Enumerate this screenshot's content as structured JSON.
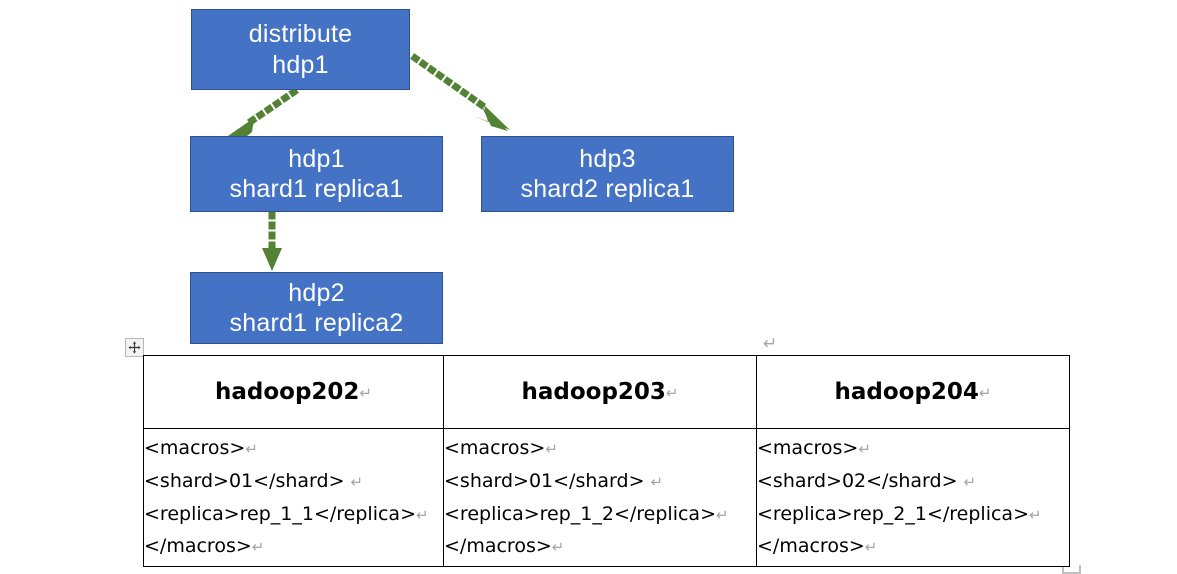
{
  "diagram": {
    "nodes": [
      {
        "id": "distribute",
        "line1": "distribute",
        "line2": "hdp1"
      },
      {
        "id": "hdp1",
        "line1": "hdp1",
        "line2": "shard1 replica1"
      },
      {
        "id": "hdp3",
        "line1": "hdp3",
        "line2": "shard2 replica1"
      },
      {
        "id": "hdp2",
        "line1": "hdp2",
        "line2": "shard1 replica2"
      }
    ],
    "node_fill": "#4472C4",
    "node_border": "#2F528F",
    "node_text_color": "#FFFFFF",
    "arrow_color": "#548235",
    "arrows": [
      {
        "from": "distribute",
        "to": "hdp1",
        "style": "dotted"
      },
      {
        "from": "distribute",
        "to": "hdp3",
        "style": "dotted"
      },
      {
        "from": "hdp1",
        "to": "hdp2",
        "style": "dotted"
      }
    ]
  },
  "marks": {
    "paragraph_mark": "↵",
    "table_move_handle_icon": "move-cross-icon"
  },
  "table": {
    "headers": [
      "hadoop202",
      "hadoop203",
      "hadoop204"
    ],
    "header_mark": "↵",
    "rows": [
      {
        "cells": [
          {
            "lines": [
              {
                "text": "<macros>",
                "mark": "↵"
              },
              {
                "text": "<shard>01</shard> ",
                "mark": "↵"
              },
              {
                "text": "<replica>rep_1_1</replica>",
                "mark": "↵"
              },
              {
                "text": "</macros>",
                "mark": "↵"
              }
            ]
          },
          {
            "lines": [
              {
                "text": "<macros>",
                "mark": "↵"
              },
              {
                "text": "<shard>01</shard> ",
                "mark": "↵"
              },
              {
                "text": "<replica>rep_1_2</replica>",
                "mark": "↵"
              },
              {
                "text": "</macros>",
                "mark": "↵"
              }
            ]
          },
          {
            "lines": [
              {
                "text": "<macros>",
                "mark": "↵"
              },
              {
                "text": "<shard>02</shard> ",
                "mark": "↵"
              },
              {
                "text": "<replica>rep_2_1</replica>",
                "mark": "↵"
              },
              {
                "text": "</macros>",
                "mark": "↵"
              }
            ]
          }
        ]
      }
    ]
  }
}
